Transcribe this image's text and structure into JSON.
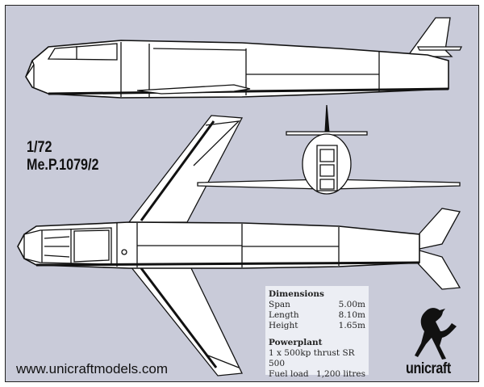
{
  "title": {
    "scale": "1/72",
    "model": "Me.P.1079/2"
  },
  "website": "www.unicraftmodels.com",
  "specs": {
    "dimensions_heading": "Dimensions",
    "dimensions": [
      {
        "label": "Span",
        "value": "5.00m"
      },
      {
        "label": "Length",
        "value": "8.10m"
      },
      {
        "label": "Height",
        "value": "1.65m"
      }
    ],
    "powerplant_heading": "Powerplant",
    "engine": "1 x 500kp thrust SR 500",
    "fuel": {
      "label": "Fuel load",
      "value": "1,200 litres"
    }
  },
  "brand": {
    "name": "unicraft",
    "logo": "unicorn-icon"
  },
  "colors": {
    "background": "#c9cbd9",
    "panel": "#eceef4",
    "ink": "#111111"
  }
}
